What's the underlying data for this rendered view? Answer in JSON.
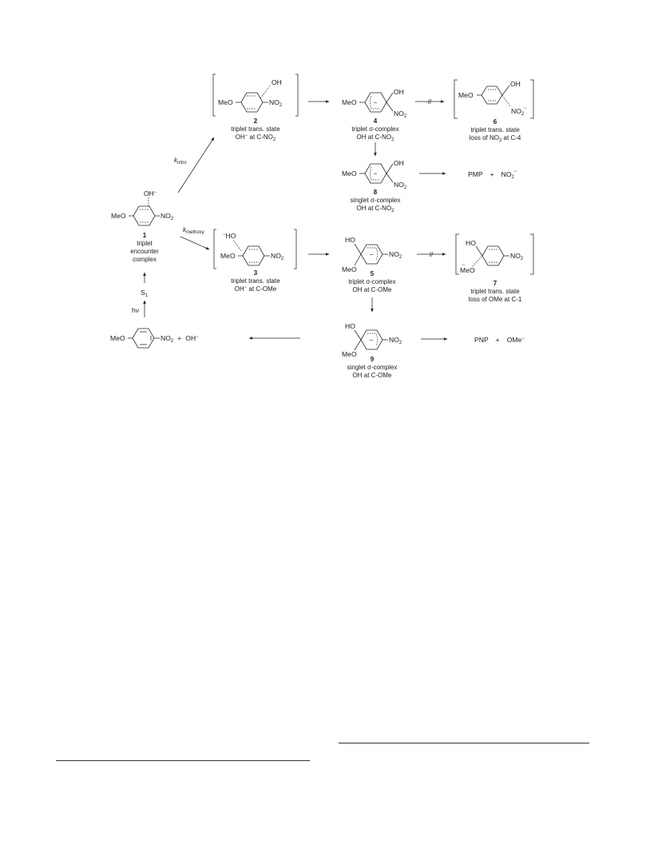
{
  "compounds": {
    "c1": {
      "number": "1",
      "oh": "OH",
      "charge": "−",
      "meo": "MeO",
      "no2": "NO",
      "sub2": "2",
      "caption": [
        "triplet",
        "encounter",
        "complex"
      ]
    },
    "c2": {
      "number": "2",
      "meo": "MeO",
      "oh": "OH",
      "no2": "NO",
      "sub2": "2",
      "cap1": "triplet trans. state",
      "cap2": {
        "a": "OH",
        "charge": "−",
        "b": " at C-NO",
        "sub": "2"
      }
    },
    "c3": {
      "number": "3",
      "ho": "HO",
      "charge": "−",
      "meo": "MeO",
      "no2": "NO",
      "sub2": "2",
      "cap1": "triplet trans. state",
      "cap2": {
        "a": "OH",
        "charge": "−",
        "b": " at C-OMe"
      }
    },
    "c4": {
      "number": "4",
      "meo": "MeO",
      "oh": "OH",
      "no2": "NO",
      "sub2": "2",
      "ring": "−",
      "cap1": "triplet σ-complex",
      "cap2": {
        "a": "OH at C-NO",
        "sub": "2"
      }
    },
    "c5": {
      "number": "5",
      "ho": "HO",
      "meo": "MeO",
      "no2": "NO",
      "sub2": "2",
      "ring": "−",
      "cap1": "triplet σ-complex",
      "cap2": "OH at C-OMe"
    },
    "c6": {
      "number": "6",
      "meo": "MeO",
      "oh": "OH",
      "no2": "NO",
      "sub2": "2",
      "charge": "−",
      "cap1": "triplet trans. state",
      "cap2": {
        "a": "loss of NO",
        "sub": "2",
        "b": " at C-4"
      }
    },
    "c7": {
      "number": "7",
      "ho": "HO",
      "meo": "MeO",
      "charge": "−",
      "no2": "NO",
      "sub2": "2",
      "cap1": "triplet trans. state",
      "cap2": "loss of OMe at C-1"
    },
    "c8": {
      "number": "8",
      "meo": "MeO",
      "oh": "OH",
      "no2": "NO",
      "sub2": "2",
      "ring": "−",
      "cap1": "singlet σ-complex",
      "cap2": {
        "a": "OH at C-NO",
        "sub": "2"
      }
    },
    "c9": {
      "number": "9",
      "ho": "HO",
      "meo": "MeO",
      "no2": "NO",
      "sub2": "2",
      "ring": "−",
      "cap1": "singlet σ-complex",
      "cap2": "OH at C-OMe"
    },
    "sm": {
      "meo": "MeO",
      "no2": "NO",
      "sub2": "2",
      "plus": "+",
      "oh": "OH",
      "charge": "−"
    }
  },
  "products": {
    "pmp": {
      "name": "PMP",
      "plus": "+",
      "no2": "NO",
      "sub2": "2",
      "charge": "−"
    },
    "pnp": {
      "name": "PNP",
      "plus": "+",
      "ome": "OMe",
      "charge": "−"
    }
  },
  "labels": {
    "k_nitro": {
      "k": "k",
      "sub": "nitro"
    },
    "k_methoxy": {
      "k": "k",
      "sub": "methoxy"
    },
    "s1": {
      "s": "S",
      "sub": "1"
    },
    "hv": "hν",
    "blocked": "//"
  }
}
